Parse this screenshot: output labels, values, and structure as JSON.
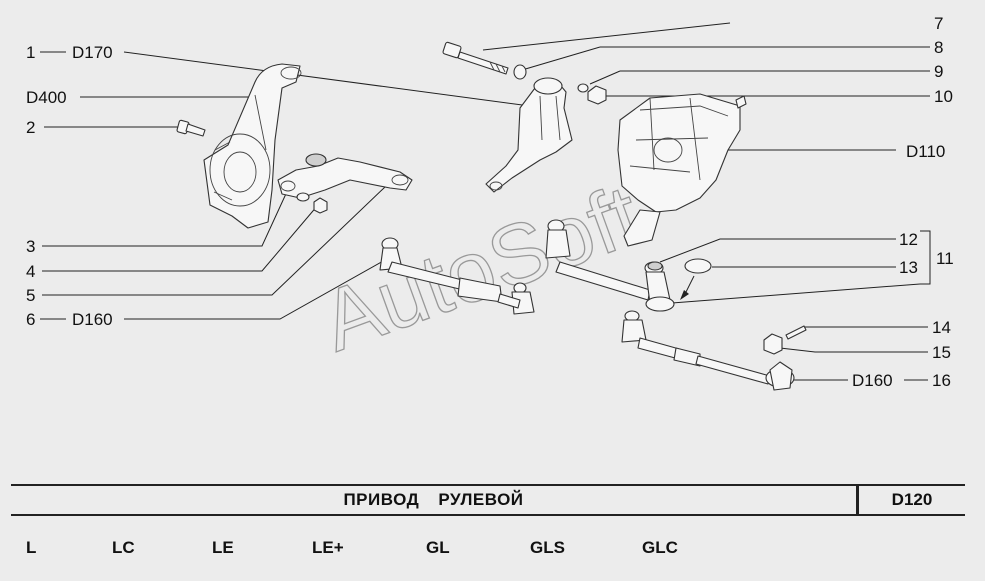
{
  "callouts": {
    "c1": "1",
    "d170": "D170",
    "d400": "D400",
    "c2": "2",
    "c3": "3",
    "c4": "4",
    "c5": "5",
    "c6": "6",
    "d160_left": "D160",
    "c7": "7",
    "c8": "8",
    "c9": "9",
    "c10": "10",
    "d110": "D110",
    "c12": "12",
    "c13": "13",
    "c11": "11",
    "c14": "14",
    "c15": "15",
    "d160_right": "D160",
    "c16": "16"
  },
  "watermark": "AutoSoft",
  "title_bar": {
    "title": "ПРИВОД   РУЛЕВОЙ",
    "code": "D120"
  },
  "trims": [
    "L",
    "LC",
    "LE",
    "LE+",
    "GL",
    "GLS",
    "GLC"
  ]
}
